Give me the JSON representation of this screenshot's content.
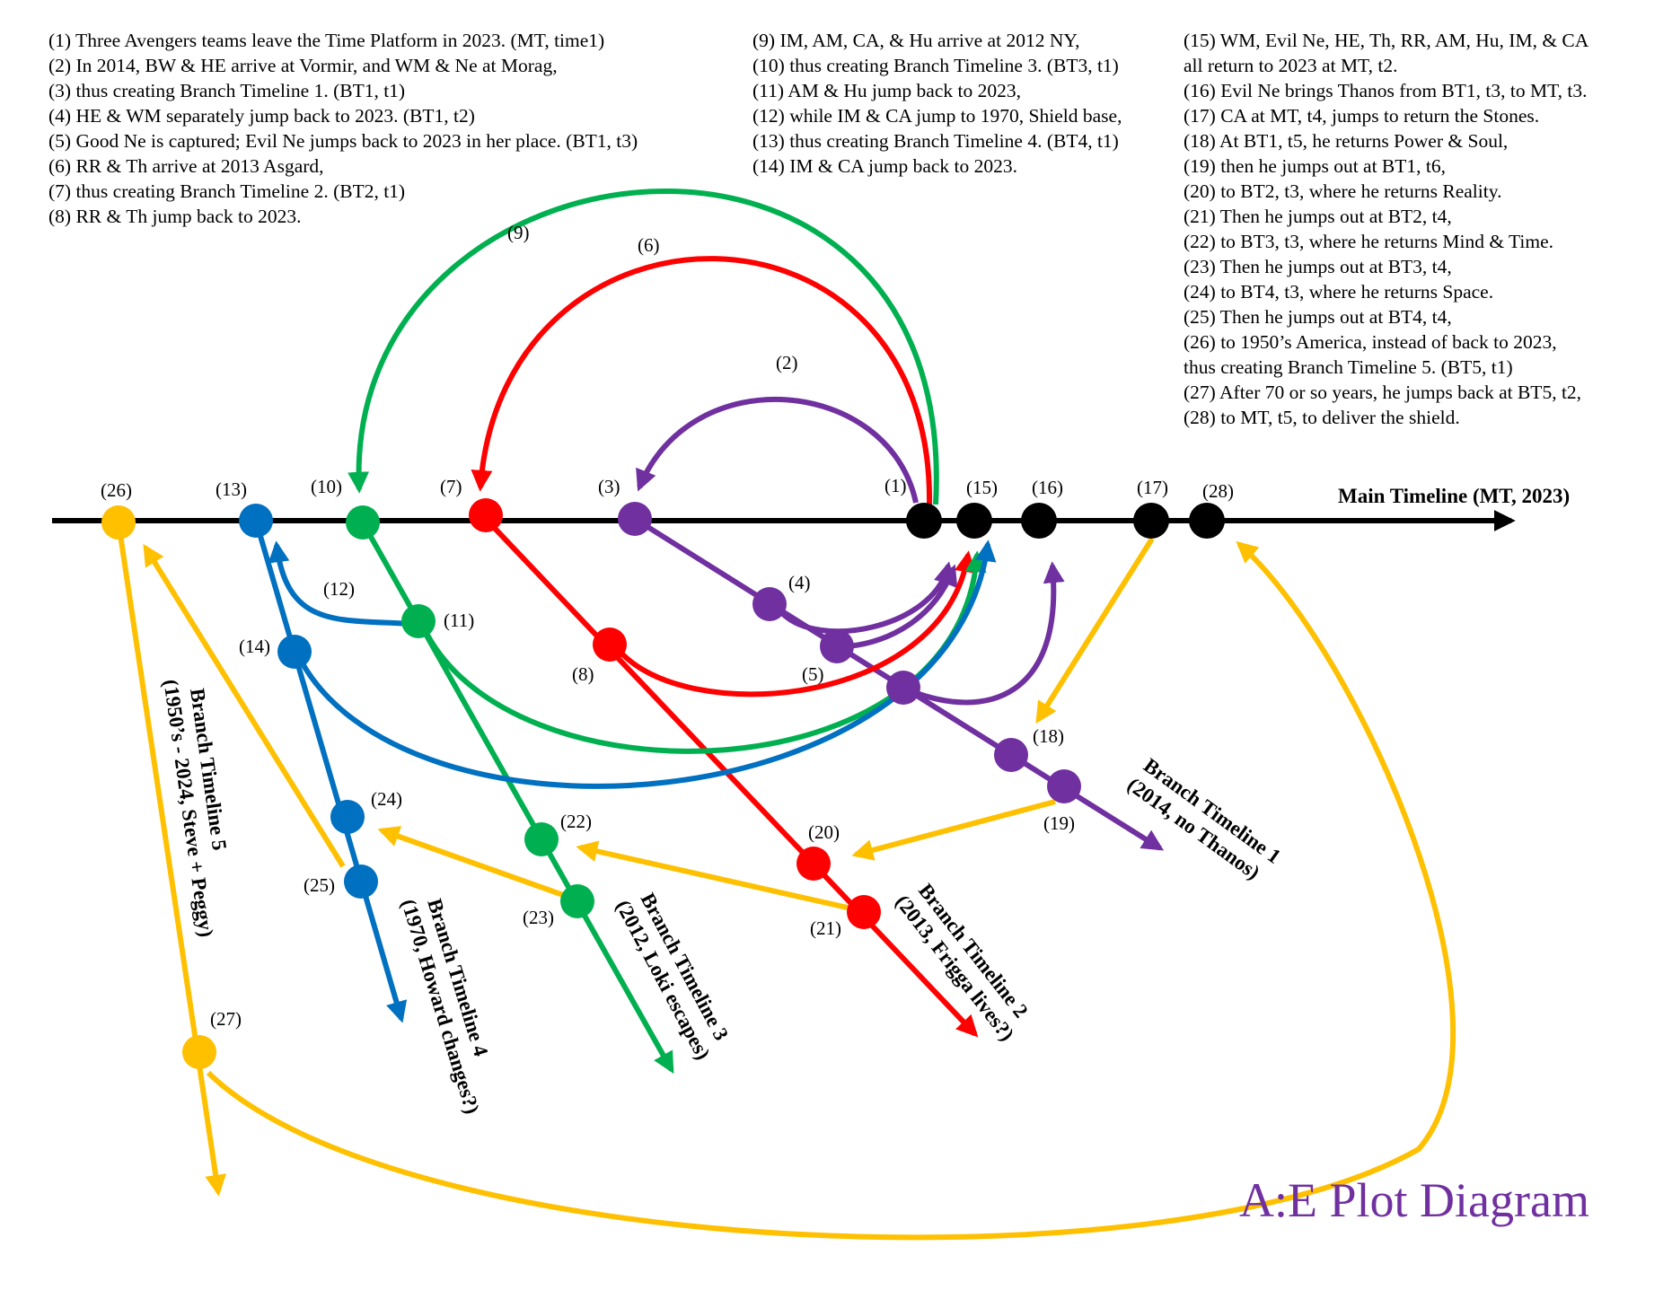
{
  "title": "A:E Plot Diagram",
  "main_timeline_label": "Main Timeline (MT, 2023)",
  "colors": {
    "main": "#000000",
    "bt1": "#7030a0",
    "bt2": "#ff0000",
    "bt3": "#00b050",
    "bt4": "#0070c0",
    "bt5": "#ffc000",
    "title": "#7030a0"
  },
  "notes": {
    "col1": [
      "(1) Three Avengers teams leave the Time Platform in 2023. (MT, time1)",
      "(2) In 2014, BW & HE arrive at Vormir, and WM & Ne at Morag,",
      "(3) thus creating Branch Timeline 1. (BT1, t1)",
      "(4) HE & WM separately jump back to 2023. (BT1, t2)",
      "(5) Good Ne is captured; Evil Ne jumps back to 2023 in her place. (BT1, t3)",
      "(6) RR & Th arrive at 2013 Asgard,",
      "(7) thus creating Branch Timeline 2. (BT2, t1)",
      "(8) RR & Th jump back to 2023."
    ],
    "col2": [
      "(9) IM, AM, CA, & Hu arrive at 2012 NY,",
      "(10) thus creating Branch Timeline 3. (BT3, t1)",
      "(11) AM & Hu jump back to 2023,",
      "(12) while IM & CA jump to 1970, Shield base,",
      "(13) thus creating Branch Timeline 4. (BT4, t1)",
      "(14) IM & CA jump back to 2023."
    ],
    "col3": [
      "(15) WM, Evil Ne, HE, Th, RR, AM, Hu, IM, & CA",
      "all return to 2023 at MT, t2.",
      "(16) Evil Ne brings Thanos from BT1, t3, to MT, t3.",
      "(17) CA at MT, t4, jumps to return the Stones.",
      "(18) At BT1, t5, he returns Power & Soul,",
      "(19) then he jumps out at BT1, t6,",
      "(20) to BT2, t3, where he returns Reality.",
      "(21) Then he jumps out at BT2, t4,",
      "(22) to BT3, t3, where he returns Mind & Time.",
      "(23) Then he jumps out at BT3, t4,",
      "(24) to BT4, t3, where he returns Space.",
      "(25) Then he jumps out at BT4, t4,",
      "(26) to 1950’s America, instead of back to 2023,",
      "thus creating Branch Timeline 5. (BT5, t1)",
      "(27) After 70 or so years, he jumps back at BT5, t2,",
      "(28) to MT, t5, to deliver the shield."
    ]
  },
  "branches": {
    "bt1": [
      "Branch Timeline 1",
      "(2014, no Thanos)"
    ],
    "bt2": [
      "Branch Timeline 2",
      "(2013, Frigga lives?)"
    ],
    "bt3": [
      "Branch Timeline 3",
      "(2012, Loki escapes)"
    ],
    "bt4": [
      "Branch Timeline 4",
      "(1970, Howard changes?)"
    ],
    "bt5": [
      "Branch Timeline 5",
      "(1950’s - 2024, Steve + Peggy)"
    ]
  },
  "event_labels": {
    "e1": "(1)",
    "e2": "(2)",
    "e3": "(3)",
    "e4": "(4)",
    "e5": "(5)",
    "e6": "(6)",
    "e7": "(7)",
    "e8": "(8)",
    "e9": "(9)",
    "e10": "(10)",
    "e11": "(11)",
    "e12": "(12)",
    "e13": "(13)",
    "e14": "(14)",
    "e15": "(15)",
    "e16": "(16)",
    "e17": "(17)",
    "e18": "(18)",
    "e19": "(19)",
    "e20": "(20)",
    "e21": "(21)",
    "e22": "(22)",
    "e23": "(23)",
    "e24": "(24)",
    "e25": "(25)",
    "e26": "(26)",
    "e27": "(27)",
    "e28": "(28)"
  }
}
